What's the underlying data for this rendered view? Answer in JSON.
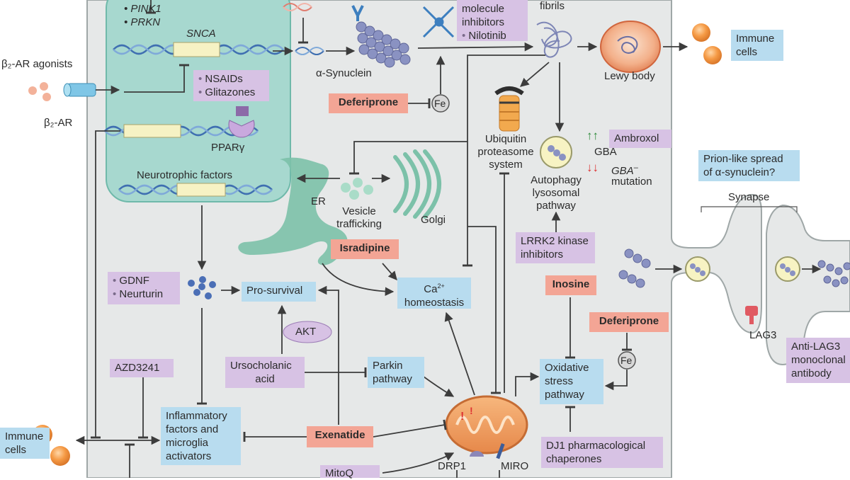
{
  "gene_labels": {
    "pink1": "PINK1",
    "prkn": "PRKN",
    "snca": "SNCA",
    "ppar": "PPARγ",
    "neurotrophic": "Neurotrophic factors"
  },
  "labels": {
    "b2_agonists": "β₂-AR agonists",
    "b2_ar": "β₂-AR",
    "a_synuclein": "α-Synuclein",
    "fibrils": "fibrils",
    "lewy_body": "Lewy body",
    "ups": [
      "Ubiquitin",
      "proteasome",
      "system"
    ],
    "gba": "GBA",
    "gba_mut_prefix": "GBA",
    "gba_mut_suffix": "–",
    "gba_mut_line2": "mutation",
    "up_arrows": "↑↑",
    "down_arrows": "↓↓",
    "autophagy": [
      "Autophagy",
      "lysosomal",
      "pathway"
    ],
    "er": "ER",
    "vesicle": [
      "Vesicle",
      "trafficking"
    ],
    "golgi": "Golgi",
    "synapse": "Synapse",
    "lag3": "LAG3",
    "akt": "AKT",
    "drp1": "DRP1",
    "miro": "MIRO",
    "fe": "Fe"
  },
  "boxes": {
    "immune_top": [
      "Immune",
      "cells"
    ],
    "immune_left": [
      "Immune",
      "cells"
    ],
    "pro_survival": "Pro-survival",
    "ca": [
      "Ca",
      "2+",
      "homeostasis"
    ],
    "parkin": [
      "Parkin",
      "pathway"
    ],
    "inflammatory": [
      "Inflammatory",
      "factors and",
      "microglia",
      "activators"
    ],
    "oxidative": [
      "Oxidative",
      "stress",
      "pathway"
    ],
    "prion": [
      "Prion-like spread",
      "of α-synuclein?"
    ]
  },
  "drugs": {
    "small_molecule": [
      "molecule",
      "inhibitors",
      "Nilotinib"
    ],
    "nsaids": [
      "NSAIDs",
      "Glitazones"
    ],
    "deferiprone_top": "Deferiprone",
    "deferiprone_right": "Deferiprone",
    "ambroxol": "Ambroxol",
    "lrrk2": [
      "LRRK2 kinase",
      "inhibitors"
    ],
    "isradipine": "Isradipine",
    "gdnf": [
      "GDNF",
      "Neurturin"
    ],
    "inosine": "Inosine",
    "azd": "AZD3241",
    "ursocholanic": [
      "Ursocholanic",
      "acid"
    ],
    "exenatide": "Exenatide",
    "dj1": [
      "DJ1 pharmacological",
      "chaperones"
    ],
    "anti_lag3": [
      "Anti-LAG3",
      "monoclonal",
      "antibody"
    ],
    "mitoq": "MitoQ"
  },
  "colors": {
    "cell_fill": "#e6e8e8",
    "nucleus_fill": "#a7d8cf",
    "target_box": "#b8dcef",
    "drug_box": "#d7c2e4",
    "approved_drug": "#f3a595",
    "arrow": "#3c3c3c",
    "orange_cells": "#f0923a",
    "alpha_syn": "#8a92c2",
    "er_golgi": "#7cc1a9"
  }
}
